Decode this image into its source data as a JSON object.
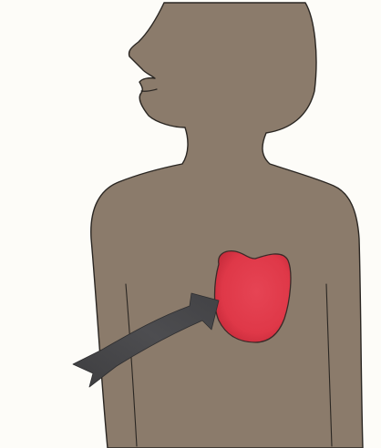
{
  "illustration": {
    "subject": "human-torso-silhouette",
    "elements": [
      {
        "name": "person-silhouette",
        "color": "#8b7b6b"
      },
      {
        "name": "heart-shape",
        "color": "#e0394a"
      },
      {
        "name": "arrow-pointing-to-heart",
        "color": "#4a4a4c"
      }
    ],
    "palette": {
      "background": "#fdfcf8",
      "skin": "#8b7b6b",
      "outline": "#2a2622",
      "heart": "#e0394a",
      "heart_shade": "#c72d3e",
      "arrow": "#4a4a4c"
    }
  }
}
